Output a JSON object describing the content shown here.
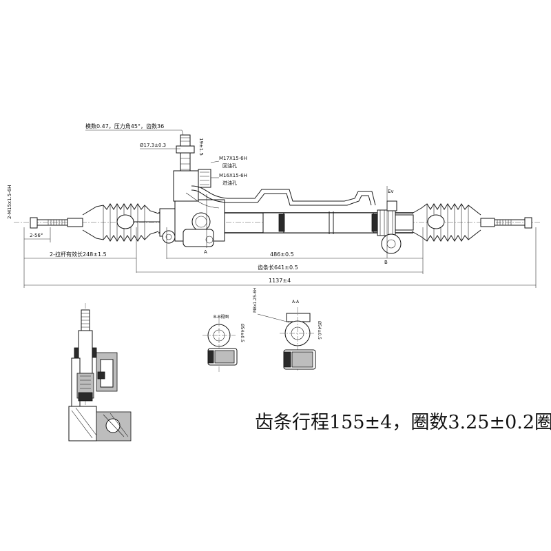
{
  "annotations": {
    "gear_spec": "模数0.47，压力角45°，齿数36",
    "shaft_diameter": "Ø17.3±0.3",
    "pinion_length": "19±1.5",
    "port_return_thread": "M17X15-6H",
    "port_return_label": "回油孔",
    "port_inlet_thread": "M16X15-6H",
    "port_inlet_label": "进油孔",
    "left_thread": "2-M15x1.5-6H",
    "ev_label": "Ev",
    "section_a": "A",
    "section_b": "B"
  },
  "dimensions": {
    "angle": "2-56°",
    "tie_rod_length": "2-拉杆有效长248±1.5",
    "center_span": "486±0.5",
    "rack_length": "齿条长641±0.5",
    "overall_length": "1137±4"
  },
  "sections": {
    "bb_title": "B-B视图",
    "bb_dia": "Ø54±0.5",
    "aa_title": "A-A",
    "aa_thread": "M8x1.25-6H",
    "aa_dia": "Ø54±0.5"
  },
  "caption": "齿条行程155±4，圈数3.25±0.2圈"
}
